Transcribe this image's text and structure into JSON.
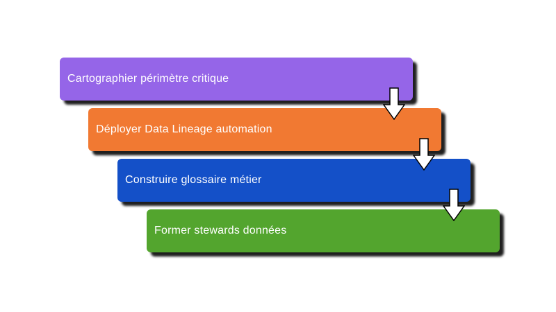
{
  "diagram": {
    "type": "step-cascade",
    "background_color": "#ffffff",
    "shadow_color": "#000000",
    "steps": [
      {
        "label": "Cartographier périmètre critique",
        "color": "#9565e8"
      },
      {
        "label": "Déployer Data Lineage automation",
        "color": "#f17932"
      },
      {
        "label": "Construire glossaire métier",
        "color": "#1450c8"
      },
      {
        "label": "Former stewards données",
        "color": "#53a52e"
      }
    ],
    "arrow": {
      "name": "down-arrow",
      "fill": "#ffffff",
      "stroke": "#000000"
    }
  }
}
